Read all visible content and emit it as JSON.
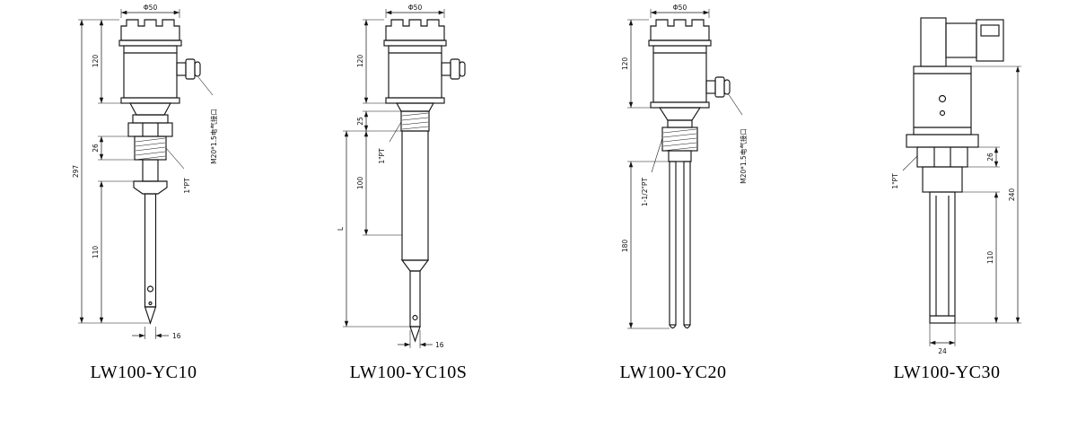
{
  "page": {
    "background": "#ffffff"
  },
  "drawings": [
    {
      "model": "LW100-YC10",
      "dims": {
        "top": "Φ50",
        "housing": "120",
        "overall": "297",
        "thread_len": "26",
        "fork_len": "110",
        "tip": "16"
      },
      "labels": {
        "gland": "M20*1.5电气接口",
        "thread": "1\"PT"
      }
    },
    {
      "model": "LW100-YC10S",
      "dims": {
        "top": "Φ50",
        "housing": "120",
        "thread_len": "25",
        "tube": "100",
        "insertion": "L",
        "tip": "16"
      },
      "labels": {
        "thread": "1\"PT"
      }
    },
    {
      "model": "LW100-YC20",
      "dims": {
        "top": "Φ50",
        "housing": "120",
        "rod_len": "180"
      },
      "labels": {
        "gland": "M20*1.5电气接口",
        "thread": "1-1/2\"PT"
      }
    },
    {
      "model": "LW100-YC30",
      "dims": {
        "overall": "240",
        "hex": "26",
        "fork_len": "110",
        "tip": "24"
      },
      "labels": {
        "thread": "1\"PT"
      }
    }
  ]
}
